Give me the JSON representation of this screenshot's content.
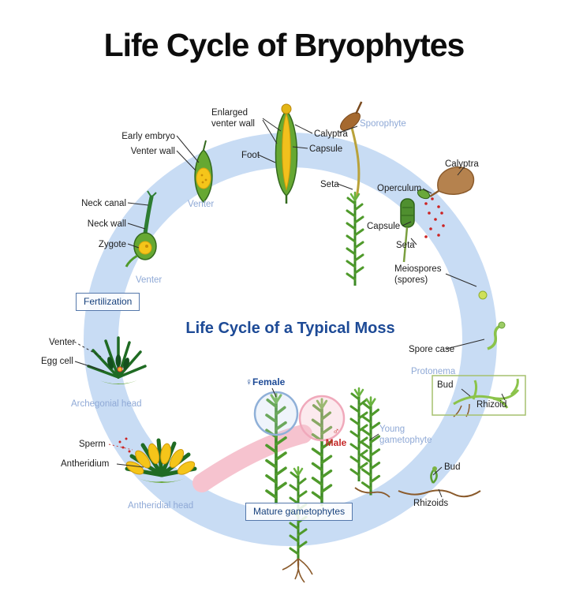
{
  "title": "Life Cycle of Bryophytes",
  "center_title": "Life Cycle of a Typical Moss",
  "colors": {
    "ring_blue": "#c8dcf4",
    "arc_pink": "#f6c3cf",
    "label_blue": "#8fa9d6",
    "navy": "#1d4a96",
    "male_red": "#c62828",
    "moss_green": "#4f9a2b",
    "structure_yellow": "#f5c51a"
  },
  "labels": {
    "enlarged_venter_wall": "Enlarged\nventer wall",
    "early_embryo": "Early embryo",
    "venter_wall": "Venter wall",
    "calyptra_top": "Calyptra",
    "sporophyte": "Sporophyte",
    "capsule_top": "Capsule",
    "foot": "Foot",
    "seta_top": "Seta",
    "calyptra_right": "Calyptra",
    "operculum": "Operculum",
    "neck_canal": "Neck canal",
    "neck_wall": "Neck wall",
    "zygote": "Zygote",
    "capsule_right": "Capsule",
    "seta_right": "Seta",
    "meiospores": "Meiospores\n(spores)",
    "venter_upper": "Venter",
    "venter_lower": "Venter",
    "fertilization": "Fertilization",
    "venter_left": "Venter",
    "egg_cell": "Egg cell",
    "spore_case": "Spore case",
    "protonema": "Protonema",
    "bud_right": "Bud",
    "rhizoid": "Rhizoid",
    "archegonial_head": "Archegonial head",
    "female": "♀Female",
    "male": "♂\nMale",
    "young_gametophyte": "Young\ngametophyte",
    "sperm": "Sperm",
    "antheridium": "Antheridium",
    "antheridial_head": "Antheridial head",
    "mature_gametophytes": "Mature gametophytes",
    "bud_bottom": "Bud",
    "rhizoids": "Rhizoids"
  }
}
